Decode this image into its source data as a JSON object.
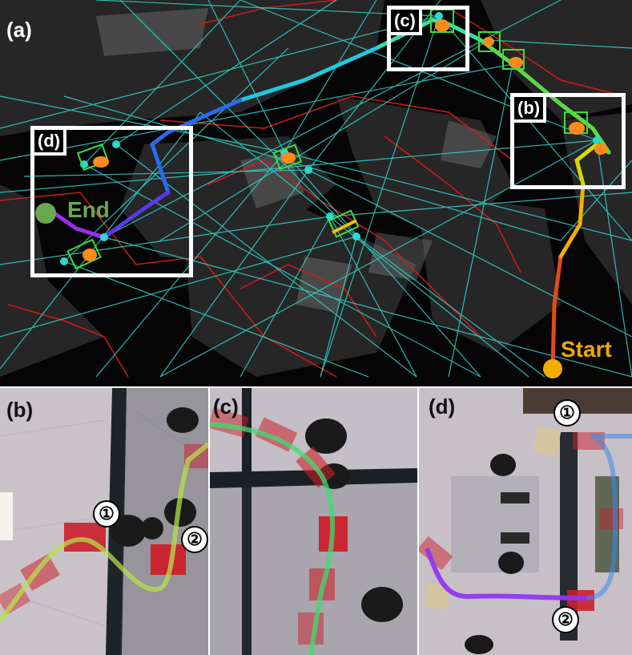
{
  "panels": {
    "a": {
      "label": "(a)",
      "start_label": "Start",
      "end_label": "End",
      "insets": {
        "b": "(b)",
        "c": "(c)",
        "d": "(d)"
      }
    },
    "b": {
      "label": "(b)",
      "marker1": "①",
      "marker2": "②"
    },
    "c": {
      "label": "(c)"
    },
    "d": {
      "label": "(d)",
      "marker1": "①",
      "marker2": "②"
    }
  },
  "colors": {
    "rays": "#2fd6cf",
    "walls": "#d11a1a",
    "start": "#f2ad00",
    "end": "#6aa84f",
    "inset_border": "#ffffff",
    "robot": "#cc1f2b",
    "path_green": "#3ddc71",
    "path_purple": "#9b2cf0"
  }
}
